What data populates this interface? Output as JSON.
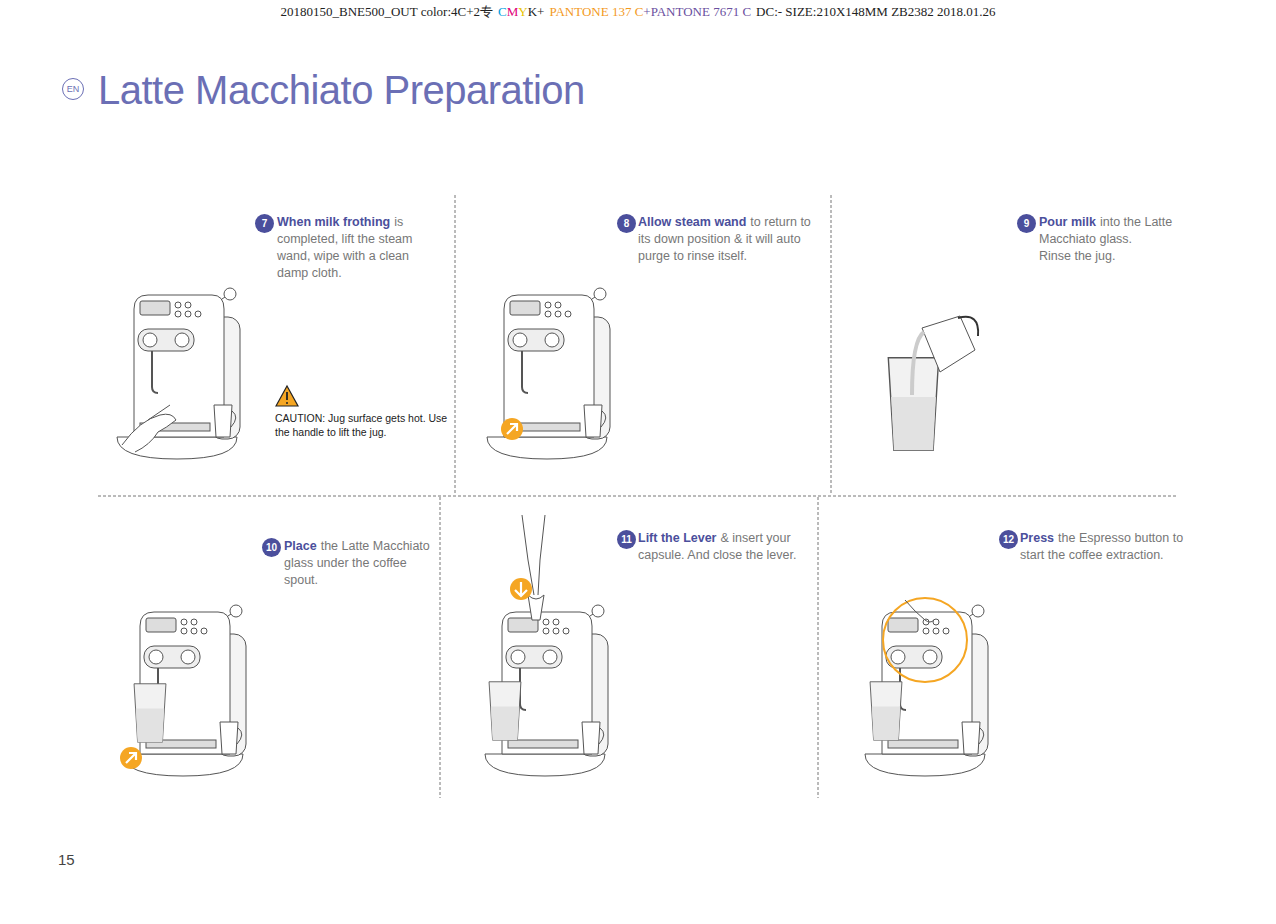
{
  "diagram": {
    "title": "Latte Macchiato Preparation",
    "nodes": [
      {
        "text": [
          "EN"
        ]
      },
      {
        "text": [
          "7"
        ]
      },
      {
        "text": [
          "8"
        ]
      },
      {
        "text": [
          "9"
        ]
      },
      {
        "text": [
          "10"
        ]
      },
      {
        "text": [
          "11"
        ]
      },
      {
        "text": [
          "12"
        ]
      }
    ],
    "labels": [
      "20180150_BNE500_OUT color:4C+2专",
      "C",
      "M",
      "Y",
      "K+",
      "PANTONE 137 C",
      "+PANTONE 7671 C",
      "DC:- SIZE:210X148MM ZB2382 2018.01.26",
      "When milk frothing",
      "is completed, lift the steam wand, wipe with a clean damp cloth.",
      "CAUTION: Jug surface gets hot. Use the handle to lift the jug.",
      "Allow steam wand",
      "to return to its down position & it will auto purge to rinse itself.",
      "Pour milk",
      "into the Latte Macchiato glass.",
      "Rinse the jug.",
      "Place",
      "the Latte Macchiato glass under the coffee spout.",
      "Lift the Lever",
      "& insert your capsule. And close the lever.",
      "Press",
      "the Espresso button to start the coffee extraction.",
      "15"
    ]
  }
}
